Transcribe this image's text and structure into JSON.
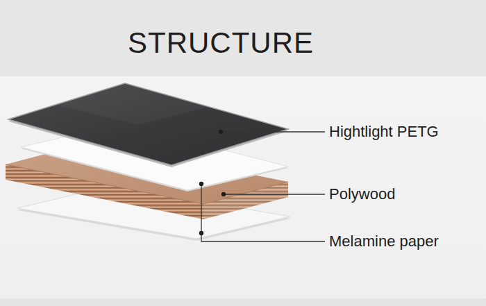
{
  "diagram": {
    "title": "STRUCTURE",
    "labels": [
      "Hightlight PETG",
      "Polywood",
      "Melamine paper"
    ]
  }
}
